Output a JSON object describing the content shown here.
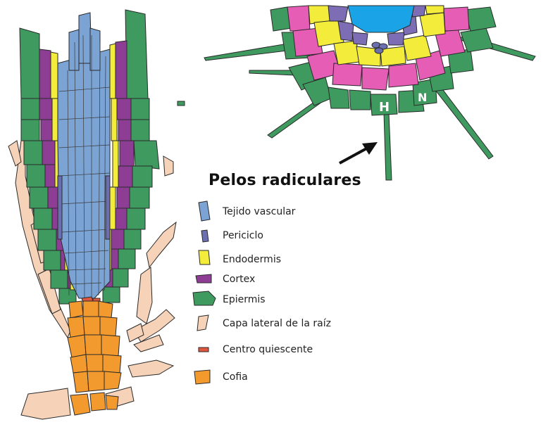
{
  "diagram": {
    "headline": "Pelos radiculares",
    "section_letters": {
      "hair_cell": "H",
      "non_hair_cell": "N"
    },
    "legend": [
      {
        "key": "vascular",
        "label": "Tejido vascular",
        "color": "#7ba3d4"
      },
      {
        "key": "pericycle",
        "label": "Periciclo",
        "color": "#6b6fb0"
      },
      {
        "key": "endodermis",
        "label": "Endodermis",
        "color": "#f4ec3a"
      },
      {
        "key": "cortex",
        "label": "Cortex",
        "color": "#8e3d95"
      },
      {
        "key": "epidermis",
        "label": "Epiermis",
        "color": "#3f9a5f"
      },
      {
        "key": "lateral_root_cap",
        "label": "Capa lateral de la raíz",
        "color": "#f6d3b8"
      },
      {
        "key": "quiescent_center",
        "label": "Centro quiescente",
        "color": "#e0563f"
      },
      {
        "key": "root_cap",
        "label": "Cofia",
        "color": "#f39a2e"
      }
    ]
  }
}
